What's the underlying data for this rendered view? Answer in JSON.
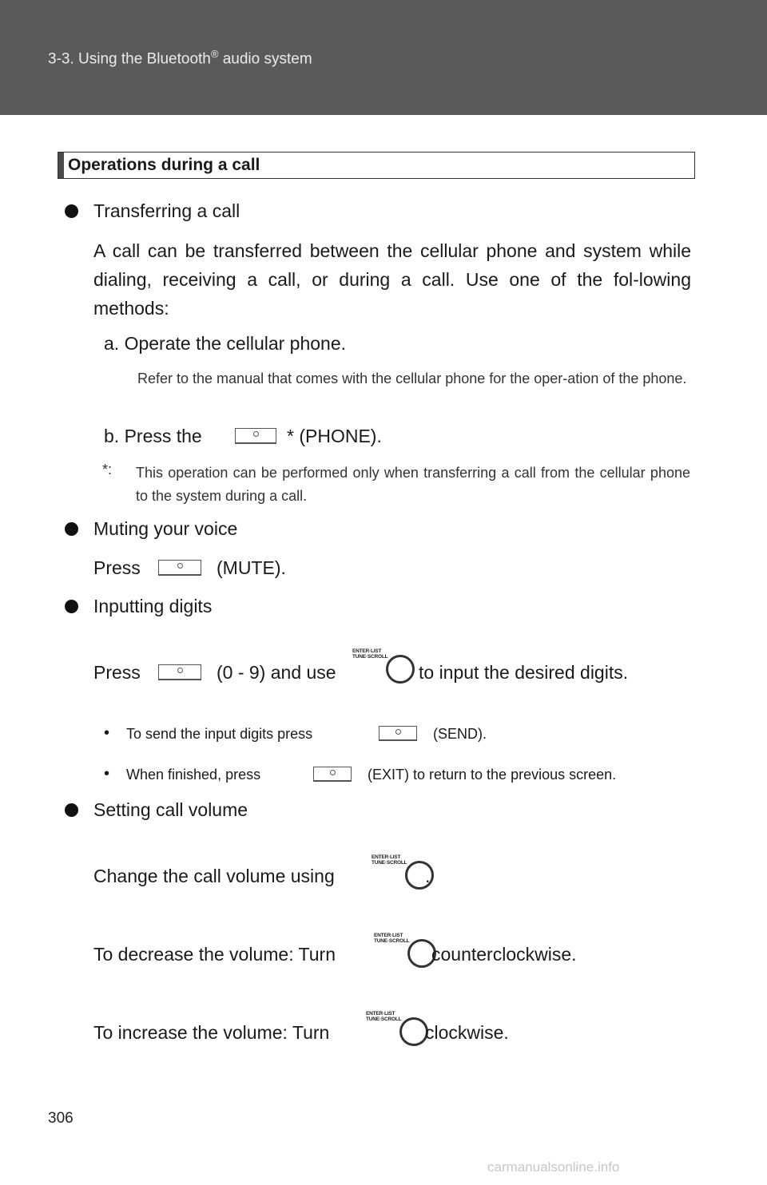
{
  "header": {
    "section": "3-3. Using the Bluetooth",
    "reg_mark": "®",
    "section_suffix": " audio system"
  },
  "section_title": "Operations during a call",
  "transferring": {
    "title": "Transferring a call",
    "body": "A call can be transferred between the cellular phone and system while dialing, receiving a call, or during a call. Use one of the fol-lowing methods:",
    "method_a": "a.  Operate the cellular phone.",
    "method_a_note": "Refer to the manual that comes with the cellular phone for the oper-ation of the phone.",
    "method_b_prefix": "b.  Press the",
    "method_b_suffix": "* (PHONE).",
    "footnote_mark": "*:",
    "footnote": "This operation can be performed only when transferring a call from the cellular phone to the system during a call."
  },
  "muting": {
    "title": "Muting your voice",
    "press": "Press",
    "suffix": "(MUTE)."
  },
  "inputting": {
    "title": "Inputting digits",
    "press": "Press",
    "mid": "(0 - 9) and use",
    "suffix": "to input the desired digits.",
    "tip1_prefix": "To send the input digits press",
    "tip1_suffix": "(SEND).",
    "tip2_prefix": "When finished, press",
    "tip2_suffix": "(EXIT) to return to the previous screen."
  },
  "volume": {
    "title": "Setting call volume",
    "change_prefix": "Change the call volume using",
    "change_suffix": ".",
    "decrease_prefix": "To decrease the volume: Turn",
    "decrease_suffix": "counterclockwise.",
    "increase_prefix": "To increase the volume: Turn",
    "increase_suffix": "clockwise."
  },
  "knob_label": {
    "line1": "ENTER·LIST",
    "line2": "TUNE·SCROLL"
  },
  "page_number": "306",
  "watermark": "carmanualsonline.info"
}
